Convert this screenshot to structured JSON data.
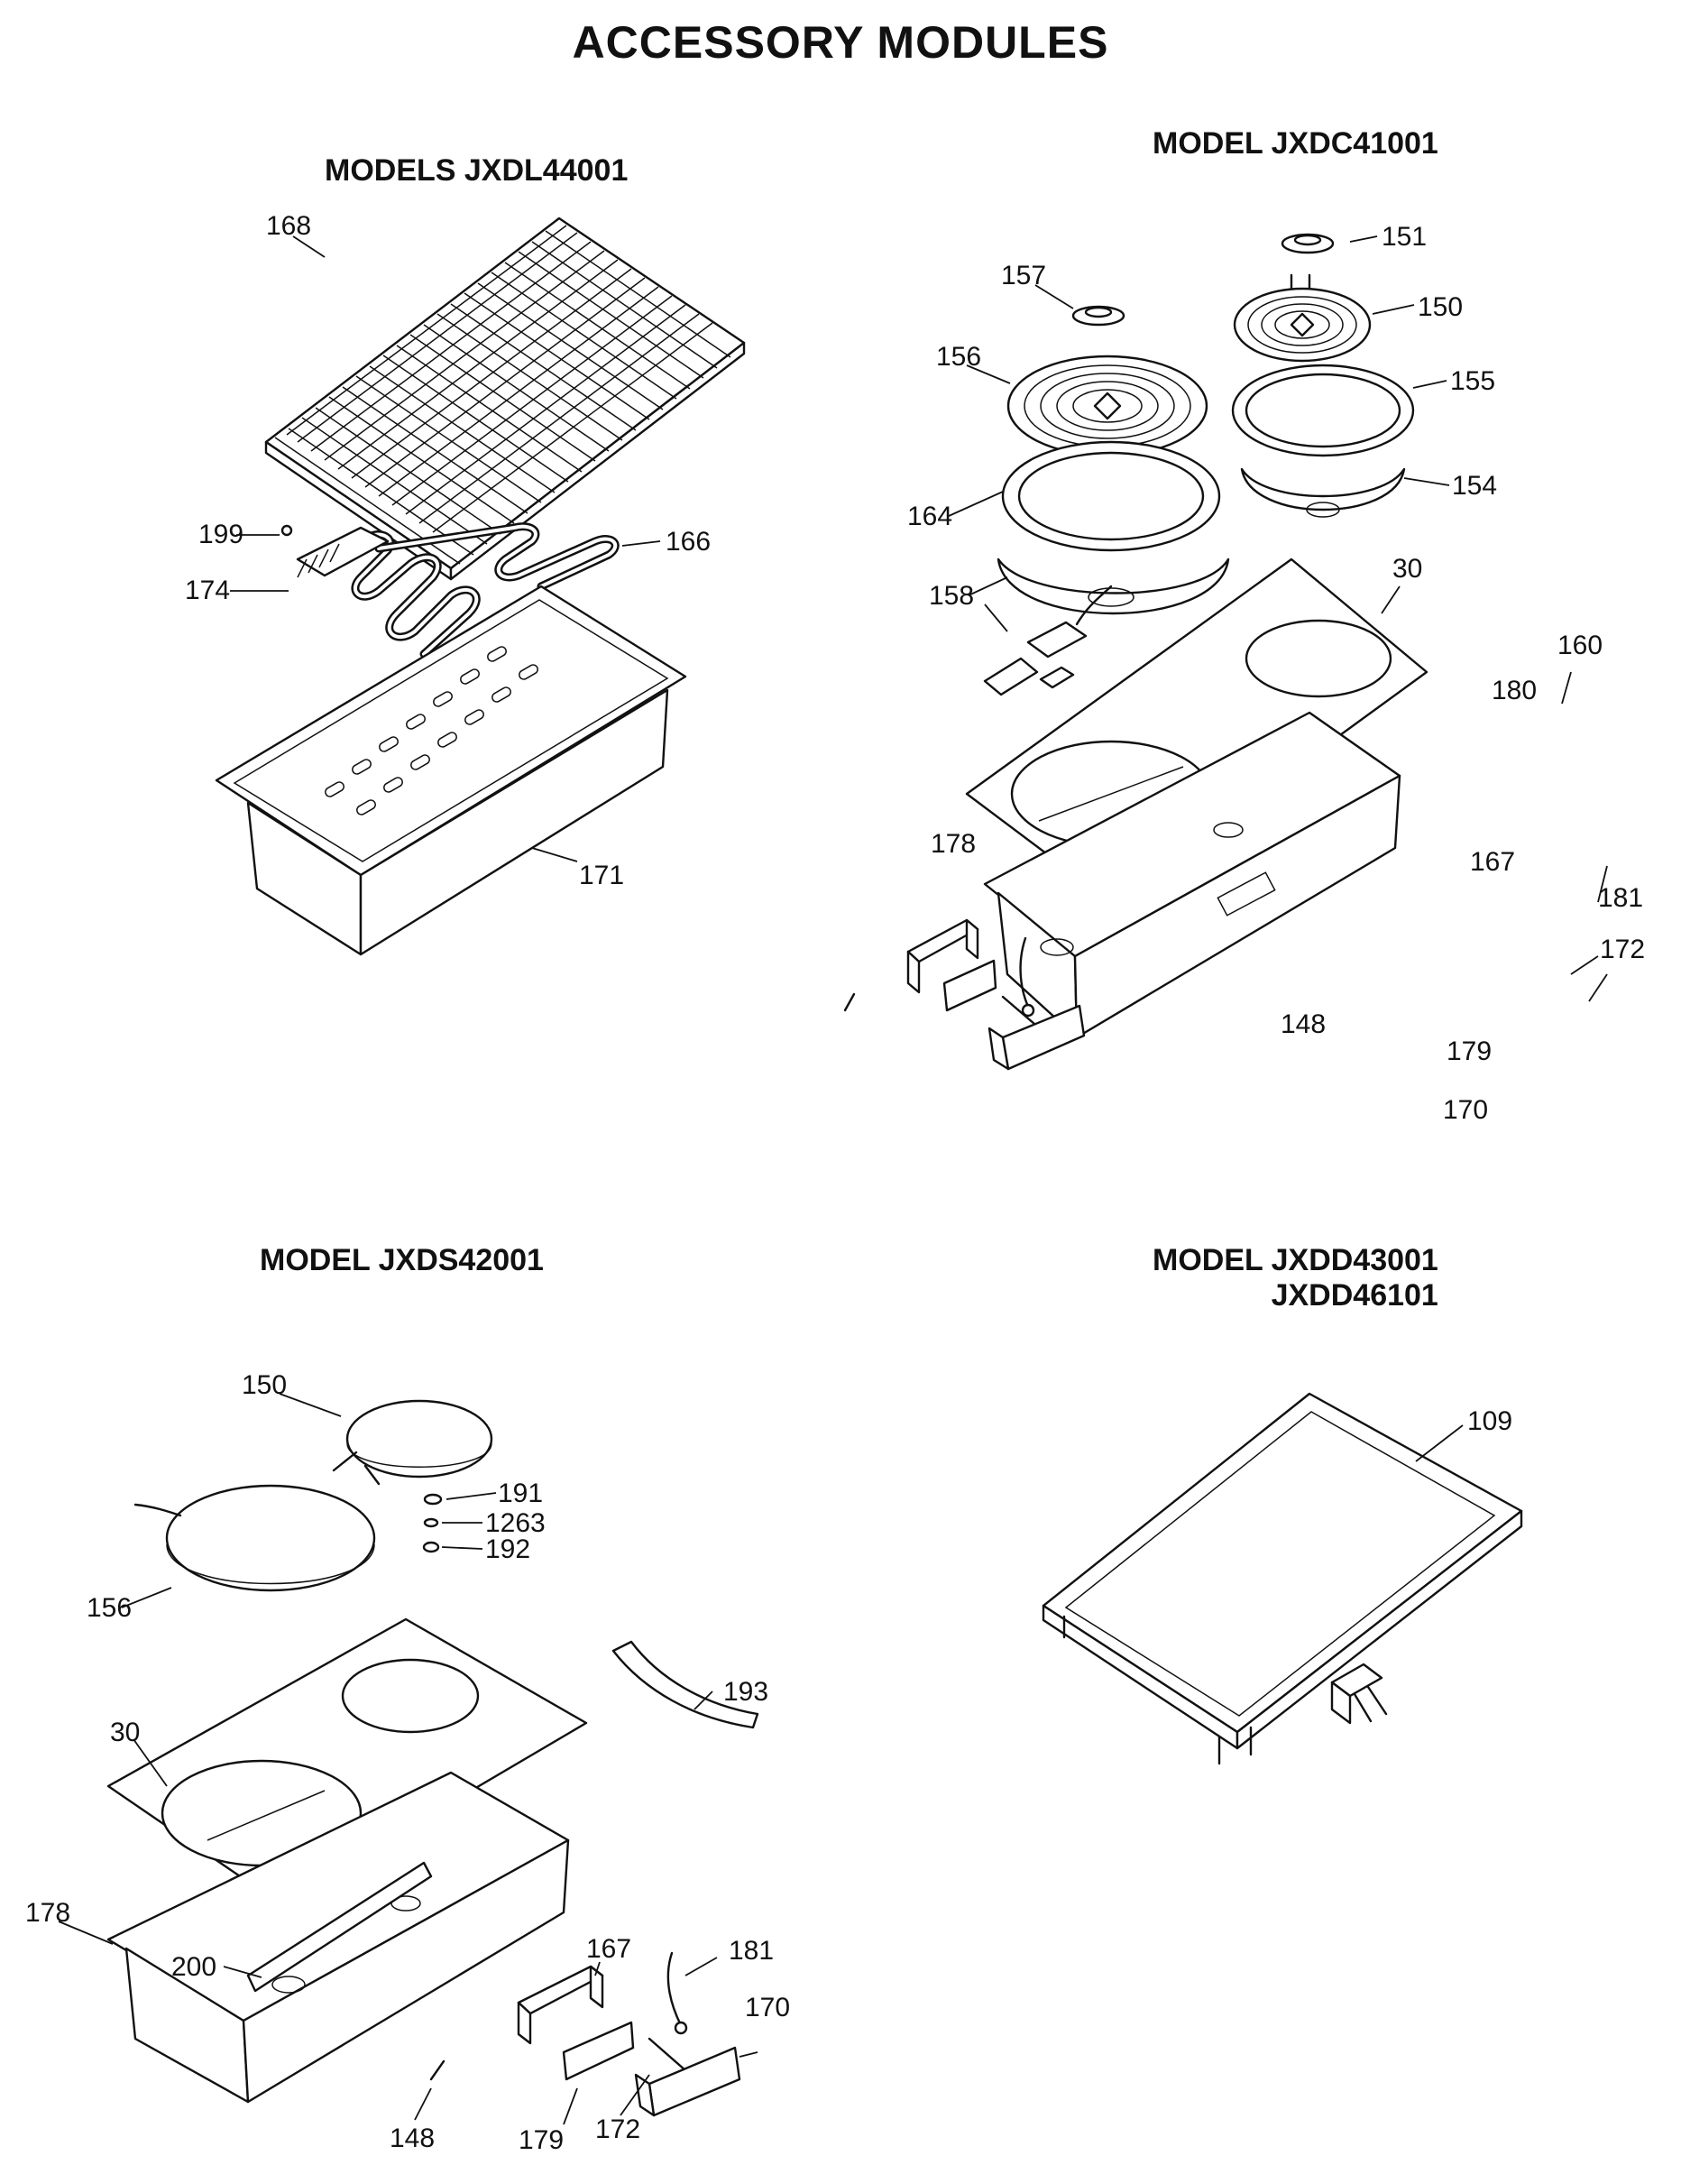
{
  "page": {
    "title": "ACCESSORY MODULES"
  },
  "panels": [
    {
      "id": "jxdl",
      "heading_lines": [
        "MODELS JXDL44001"
      ],
      "callouts": [
        "168",
        "199",
        "166",
        "174",
        "171"
      ]
    },
    {
      "id": "jxdc",
      "heading_lines": [
        "MODEL JXDC41001"
      ],
      "callouts": [
        "151",
        "157",
        "150",
        "156",
        "155",
        "154",
        "164",
        "158",
        "30",
        "160",
        "180",
        "178",
        "167",
        "181",
        "172",
        "148",
        "179",
        "170"
      ]
    },
    {
      "id": "jxds",
      "heading_lines": [
        "MODEL JXDS42001"
      ],
      "callouts": [
        "150",
        "191",
        "1263",
        "192",
        "156",
        "193",
        "30",
        "178",
        "167",
        "181",
        "200",
        "170",
        "148",
        "179",
        "172"
      ]
    },
    {
      "id": "jxdd",
      "heading_lines": [
        "MODEL JXDD43001",
        "JXDD46101"
      ],
      "callouts": [
        "109"
      ]
    }
  ]
}
